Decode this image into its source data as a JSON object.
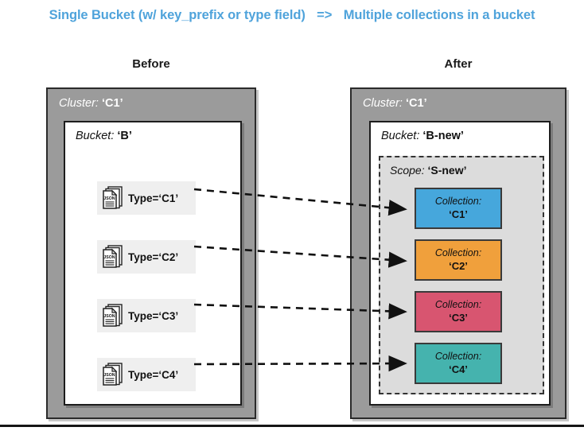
{
  "title": {
    "left_text": "Single Bucket (w/ key_prefix or type field)",
    "arrow": "=>",
    "right_text": "Multiple collections in a bucket",
    "color": "#4FA3DB"
  },
  "headings": {
    "before": "Before",
    "after": "After"
  },
  "before": {
    "cluster": {
      "keyword": "Cluster:",
      "value": "‘C1’"
    },
    "bucket": {
      "keyword": "Bucket:",
      "value": "‘B’"
    },
    "documents": [
      {
        "icon": "json-document-icon",
        "label": "Type=‘C1’"
      },
      {
        "icon": "json-document-icon",
        "label": "Type=‘C2’"
      },
      {
        "icon": "json-document-icon",
        "label": "Type=‘C3’"
      },
      {
        "icon": "json-document-icon",
        "label": "Type=‘C4’"
      }
    ],
    "doc_icon_text": "JSON"
  },
  "after": {
    "cluster": {
      "keyword": "Cluster:",
      "value": "‘C1’"
    },
    "bucket": {
      "keyword": "Bucket:",
      "value": "‘B-new’"
    },
    "scope": {
      "keyword": "Scope:",
      "value": "‘S-new’"
    },
    "collections": [
      {
        "keyword": "Collection:",
        "value": "‘C1’",
        "color": "#46A7DC"
      },
      {
        "keyword": "Collection:",
        "value": "‘C2’",
        "color": "#F0A03C"
      },
      {
        "keyword": "Collection:",
        "value": "‘C3’",
        "color": "#D85570"
      },
      {
        "keyword": "Collection:",
        "value": "‘C4’",
        "color": "#45B3AE"
      }
    ]
  },
  "arrows": [
    {
      "from": "Type=‘C1’",
      "to": "Collection: ‘C1’",
      "style": "dashed"
    },
    {
      "from": "Type=‘C2’",
      "to": "Collection: ‘C2’",
      "style": "dashed"
    },
    {
      "from": "Type=‘C3’",
      "to": "Collection: ‘C3’",
      "style": "dashed"
    },
    {
      "from": "Type=‘C4’",
      "to": "Collection: ‘C4’",
      "style": "dashed"
    }
  ],
  "colors": {
    "cluster_fill": "#9B9B9B",
    "bucket_fill": "#FFFFFF",
    "scope_fill": "#DCDCDC",
    "type_row_fill": "#EFEFEF",
    "title_blue": "#4FA3DB"
  }
}
